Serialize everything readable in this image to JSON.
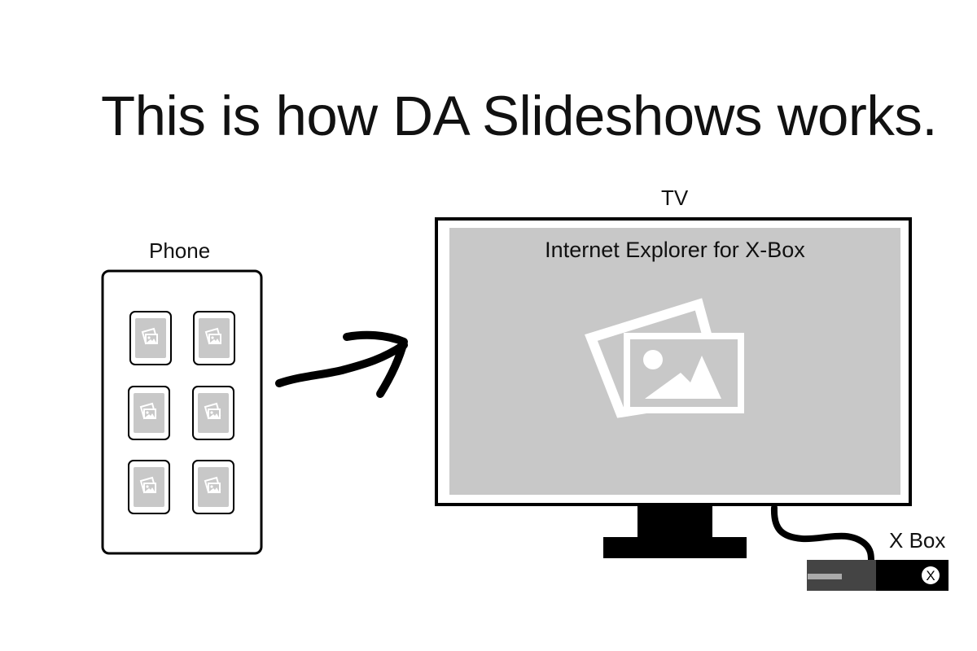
{
  "title": "This is how DA Slideshows works.",
  "phone": {
    "label": "Phone",
    "thumbnails": [
      "photo-icon",
      "photo-icon",
      "photo-icon",
      "photo-icon",
      "photo-icon",
      "photo-icon"
    ]
  },
  "tv": {
    "label": "TV",
    "screen_title": "Internet Explorer for X-Box",
    "screen_icon": "photo-icon"
  },
  "xbox": {
    "label": "X Box",
    "logo": "X"
  },
  "colors": {
    "ink": "#000000",
    "screen_gray": "#c8c8c8",
    "console_gray": "#444444"
  }
}
